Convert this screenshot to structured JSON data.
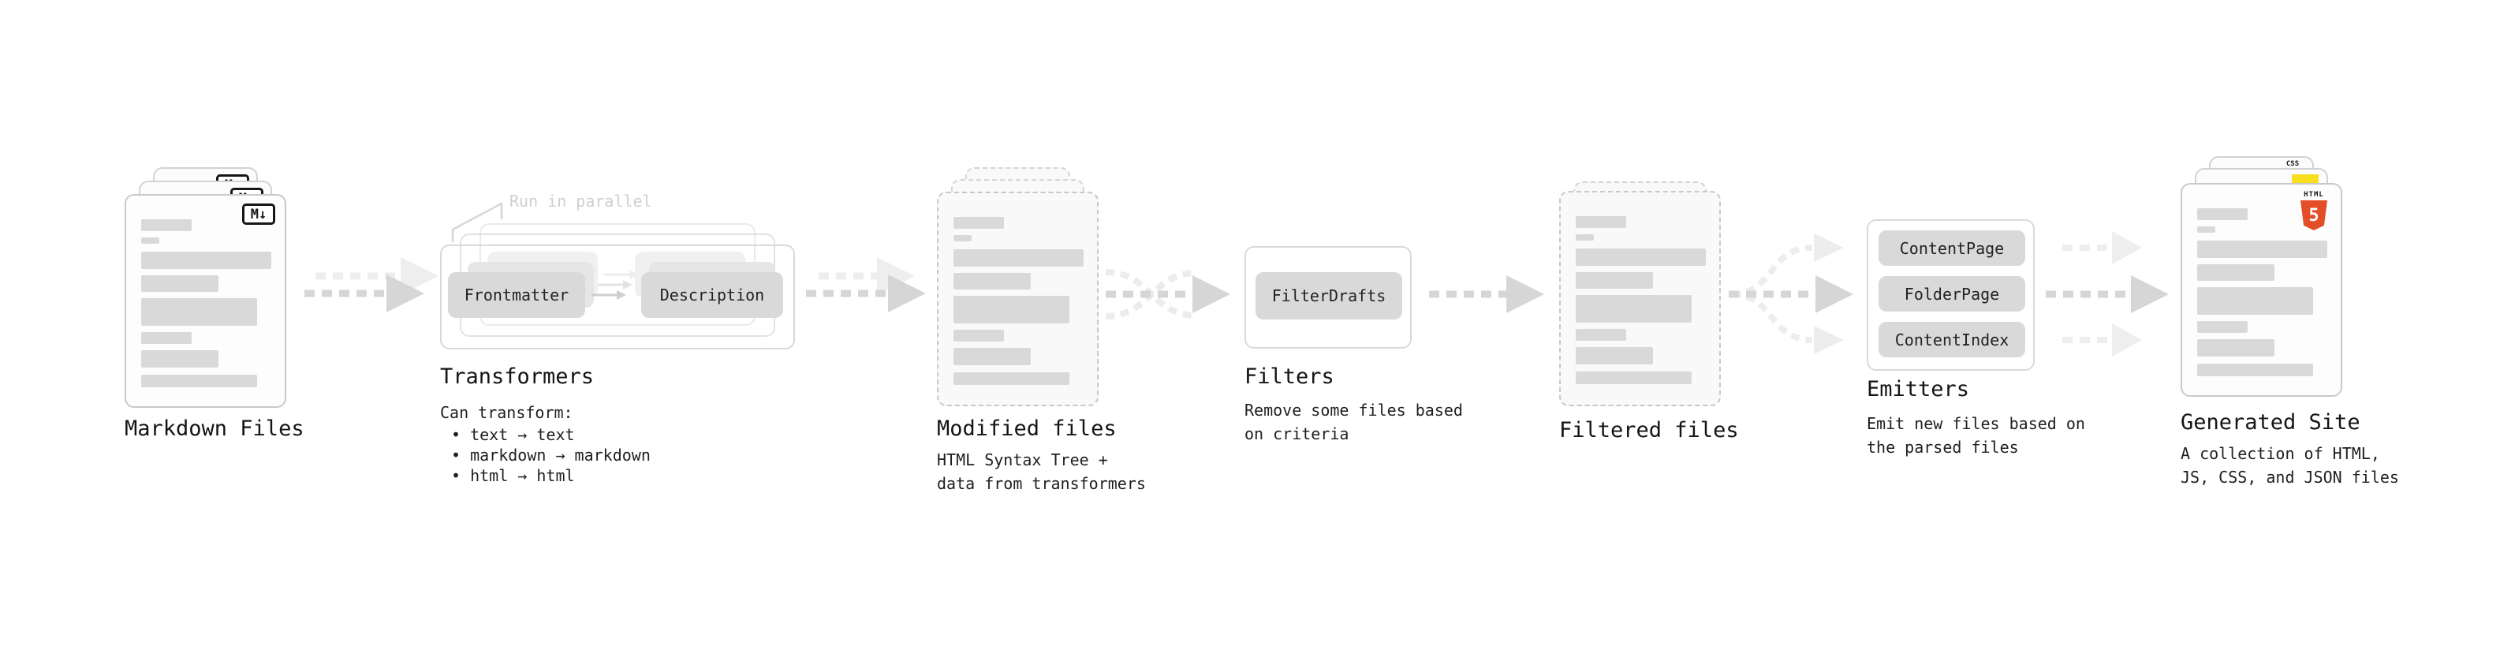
{
  "stages": {
    "markdown_files": {
      "label": "Markdown Files",
      "badge": "M↓"
    },
    "transformers": {
      "annotation": "Run in parallel",
      "pill_left": "Frontmatter",
      "pill_right": "Description",
      "label": "Transformers",
      "caption_heading": "Can transform:",
      "bullets": [
        "text → text",
        "markdown → markdown",
        "html → html"
      ]
    },
    "modified_files": {
      "label": "Modified files",
      "caption": "HTML Syntax Tree +\ndata from transformers"
    },
    "filters": {
      "pill": "FilterDrafts",
      "label": "Filters",
      "caption": "Remove some files based\non criteria"
    },
    "filtered_files": {
      "label": "Filtered files"
    },
    "emitters": {
      "pills": [
        "ContentPage",
        "FolderPage",
        "ContentIndex"
      ],
      "label": "Emitters",
      "caption": "Emit new files based on\nthe parsed files"
    },
    "generated_site": {
      "label": "Generated Site",
      "caption": "A collection of HTML,\nJS, CSS, and JSON files",
      "badge_html": "HTML",
      "badge_html_number": "5",
      "badge_css": "CSS"
    }
  },
  "colors": {
    "background": "#ffffff",
    "bar_fill": "#d9d9d9",
    "card_border": "#c9c9c9",
    "pill_fill": "#d9d9d9",
    "arrow_strong": "#d6d6d6",
    "arrow_faint": "#eeeeee",
    "annotation_text": "#cfcfcf",
    "html5_orange": "#e44d26",
    "js_yellow": "#f7df1e",
    "css_blue": "#2965f1"
  }
}
